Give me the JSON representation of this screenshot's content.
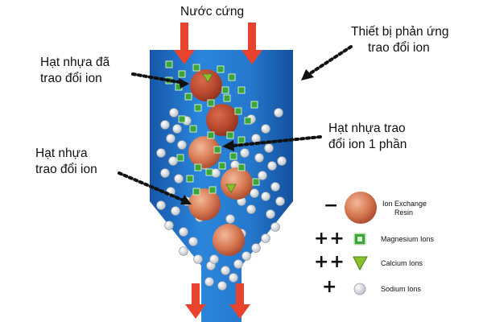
{
  "labels": {
    "water_in": "Nước cứng",
    "reactor_line1": "Thiết bị phản ứng",
    "reactor_line2": "trao đổi ion",
    "exchanged_line1": "Hạt nhựa đã",
    "exchanged_line2": "trao đổi ion",
    "partial_line1": "Hạt nhựa trao",
    "partial_line2": "đổi ion 1 phần",
    "resin_line1": "Hạt nhựa",
    "resin_line2": "trao đổi ion"
  },
  "legend": [
    {
      "sign": "−",
      "icon": "resin-bead-icon",
      "text_line1": "Ion Exchange",
      "text_line2": "Resin"
    },
    {
      "sign": "++",
      "icon": "magnesium-ion-icon",
      "text_line1": "Magnesium Ions",
      "text_line2": ""
    },
    {
      "sign": "++",
      "icon": "calcium-ion-icon",
      "text_line1": "Calcium Ions",
      "text_line2": ""
    },
    {
      "sign": "+",
      "icon": "sodium-ion-icon",
      "text_line1": "Sodium Ions",
      "text_line2": ""
    }
  ],
  "colors": {
    "vessel_blue": "#1f6fc4",
    "arrow_red": "#e8432f",
    "resin_brown": "#c85a3a",
    "magnesium_green": "#3aa53a",
    "calcium_green": "#8bbf2c",
    "sodium_gray": "#d9dde2"
  }
}
